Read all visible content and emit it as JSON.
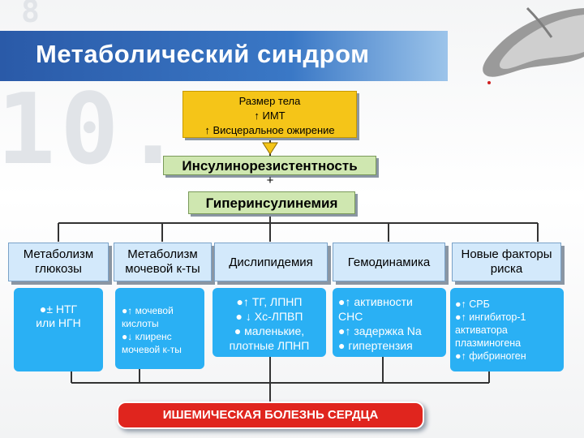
{
  "title": "Метаболический синдром",
  "top_box": {
    "line1": "Размер тела",
    "line2": "↑ ИМТ",
    "line3": "↑ Висцеральное ожирение"
  },
  "insulin_resistance": "Инсулинорезистентность",
  "plus": "+",
  "hyperinsulinemia": "Гиперинсулинемия",
  "categories": [
    {
      "header": [
        "Метаболизм",
        "глюкозы"
      ],
      "details": [
        "●± НТГ",
        "или НГН"
      ]
    },
    {
      "header": [
        "Метаболизм",
        "мочевой к-ты"
      ],
      "details": [
        "●↑ мочевой",
        "кислоты",
        "●↓ клиренс",
        "мочевой к-ты"
      ]
    },
    {
      "header": [
        "Дислипидемия"
      ],
      "details": [
        "●↑ ТГ, ЛПНП",
        "● ↓ Хс-ЛПВП",
        "● маленькие,",
        "плотные ЛПНП"
      ]
    },
    {
      "header": [
        "Гемодинамика"
      ],
      "details": [
        "●↑ активности",
        "СНС",
        "●↑ задержка Na",
        "● гипертензия"
      ]
    },
    {
      "header": [
        "Новые факторы",
        "риска"
      ],
      "details": [
        "●↑ СРБ",
        "●↑ ингибитор-1",
        "активатора",
        "плазминогена",
        "●↑ фибриноген"
      ]
    }
  ],
  "outcome": "ИШЕМИЧЕСКАЯ БОЛЕЗНЬ СЕРДЦА",
  "colors": {
    "title_bar": "#2a5aa8",
    "top_box": "#f5c518",
    "green_box": "#cfe7b0",
    "header_box": "#d3e9fb",
    "detail_box": "#2ab0f4",
    "outcome_box": "#e0251e"
  }
}
